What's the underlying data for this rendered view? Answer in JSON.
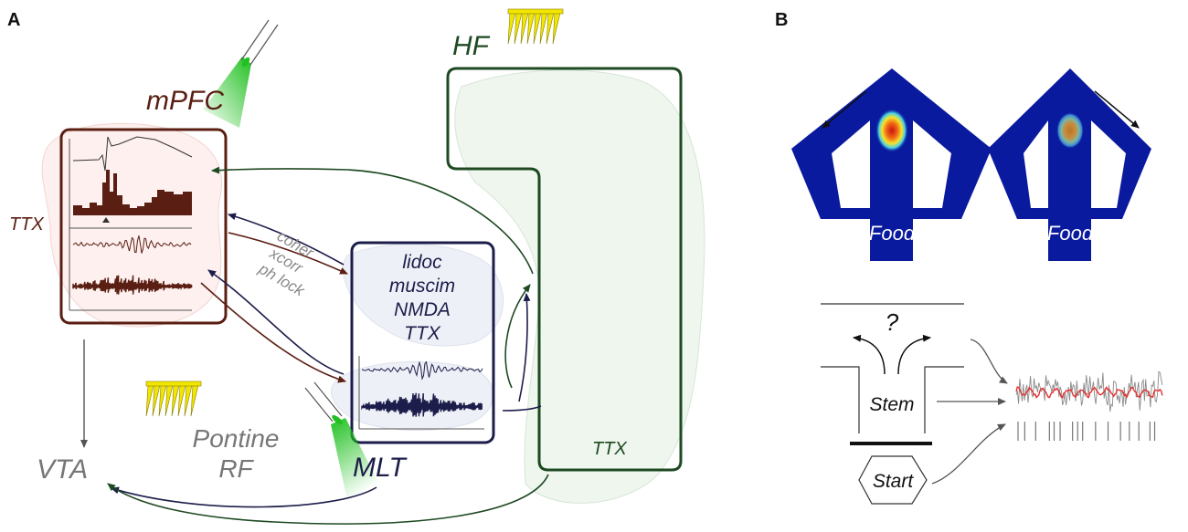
{
  "panel_a": {
    "label": "A",
    "regions": {
      "mpfc": "mPFC",
      "hf": "HF",
      "mlt": "MLT",
      "vta": "VTA",
      "pontine_line1": "Pontine",
      "pontine_line2": "RF"
    },
    "ttx_labels": {
      "mpfc": "TTX",
      "hf": "TTX"
    },
    "drugs": [
      "lidoc",
      "muscim",
      "NMDA",
      "TTX"
    ],
    "analyses": [
      "coher",
      "xcorr",
      "ph lock"
    ],
    "colors": {
      "mpfc": "#5a1e12",
      "mlt": "#1c1d4a",
      "hf": "#1e4a22",
      "gray": "#7a7a7a",
      "green_light": "#2fbf2f",
      "yellow_electrode": "#f2e600"
    }
  },
  "panel_b": {
    "label": "B",
    "maze_labels": [
      "Food",
      "Food"
    ],
    "question": "?",
    "stem": "Stem",
    "start": "Start",
    "colors": {
      "maze": "#0a1a9e",
      "lfp_red": "#e53030"
    }
  }
}
